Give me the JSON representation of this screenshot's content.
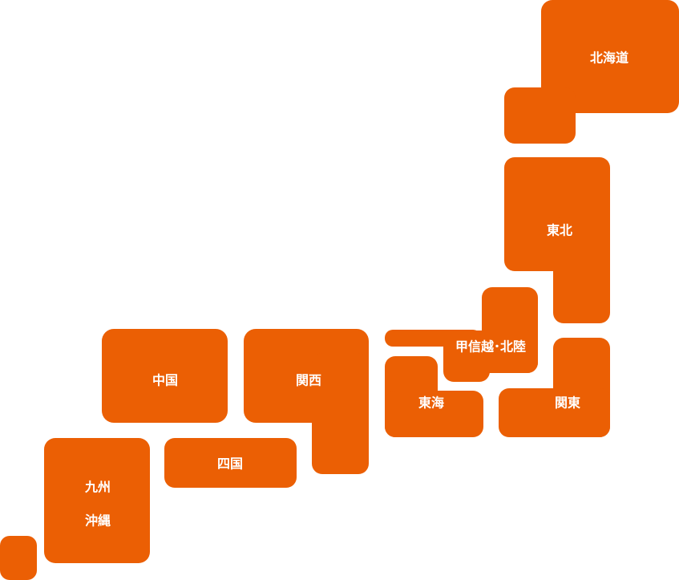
{
  "map": {
    "fill_color": "#eb5f04",
    "label_color": "#ffffff",
    "regions": {
      "hokkaido": "北海道",
      "tohoku": "東北",
      "koshinetsu_hokuriku": "甲信越･北陸",
      "kanto": "関東",
      "tokai": "東海",
      "kansai": "関西",
      "chugoku": "中国",
      "shikoku": "四国",
      "kyushu": "九州",
      "okinawa": "沖縄"
    }
  }
}
